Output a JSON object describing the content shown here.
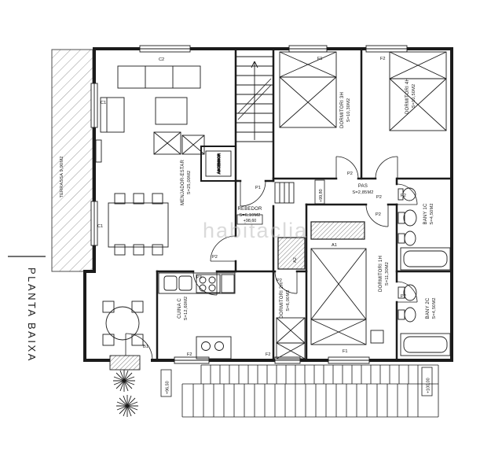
{
  "title": {
    "label": "PLANTA BAIXA"
  },
  "watermark": {
    "label": "habitaclia"
  },
  "plan": {
    "terrace": {
      "name": "TERRASSA 9,90M2"
    },
    "rooms": {
      "menjador": {
        "name": "MENJADOR-ESTAR",
        "area": "S=25,00M2"
      },
      "rebedor": {
        "name": "REBEDOR",
        "area": "S=6,10M2"
      },
      "pas": {
        "name": "PAS",
        "area": "S=2,85M2"
      },
      "dorm3": {
        "name": "DORMITORI 3H",
        "area": "S=10,30M2"
      },
      "dorm4": {
        "name": "DORMITORI 4H",
        "area": "S=10,50M2"
      },
      "bany1": {
        "name": "BANY 1C",
        "area": "S=4,50M2"
      },
      "dorm1": {
        "name": "DORMITORI 1H",
        "area": "S=11,30M2"
      },
      "bany2": {
        "name": "BANY 2C",
        "area": "S=4,50M2"
      },
      "dorm2": {
        "name": "DORMITORI 2H",
        "area": "S=6,00M2"
      },
      "cuina": {
        "name": "CUINA C",
        "area": "S=12,60M2"
      },
      "ascensor": {
        "name": "ASCENSOR"
      }
    },
    "levels": {
      "entry": "+98,60",
      "stair": "+99,80",
      "garden": "+96,50",
      "street": "+100,00"
    },
    "codes": {
      "c2": "C2",
      "c1a": "C1",
      "c1b": "C1",
      "p1": "P1",
      "p3": "P3",
      "p2_dorm3": "P2",
      "p2_dorm4": "P2",
      "p2_bany1": "P2",
      "p2_bany2": "P2",
      "p2_dorm1": "P2",
      "p2_living": "P2",
      "p2_dorm2": "P2",
      "a1": "A1",
      "a2": "A2",
      "b1": "B1",
      "f1_top": "F1",
      "f2_top": "F2",
      "f1_bottom": "F1",
      "f2_kitchen": "F2",
      "f2_dorm2": "F2"
    }
  }
}
